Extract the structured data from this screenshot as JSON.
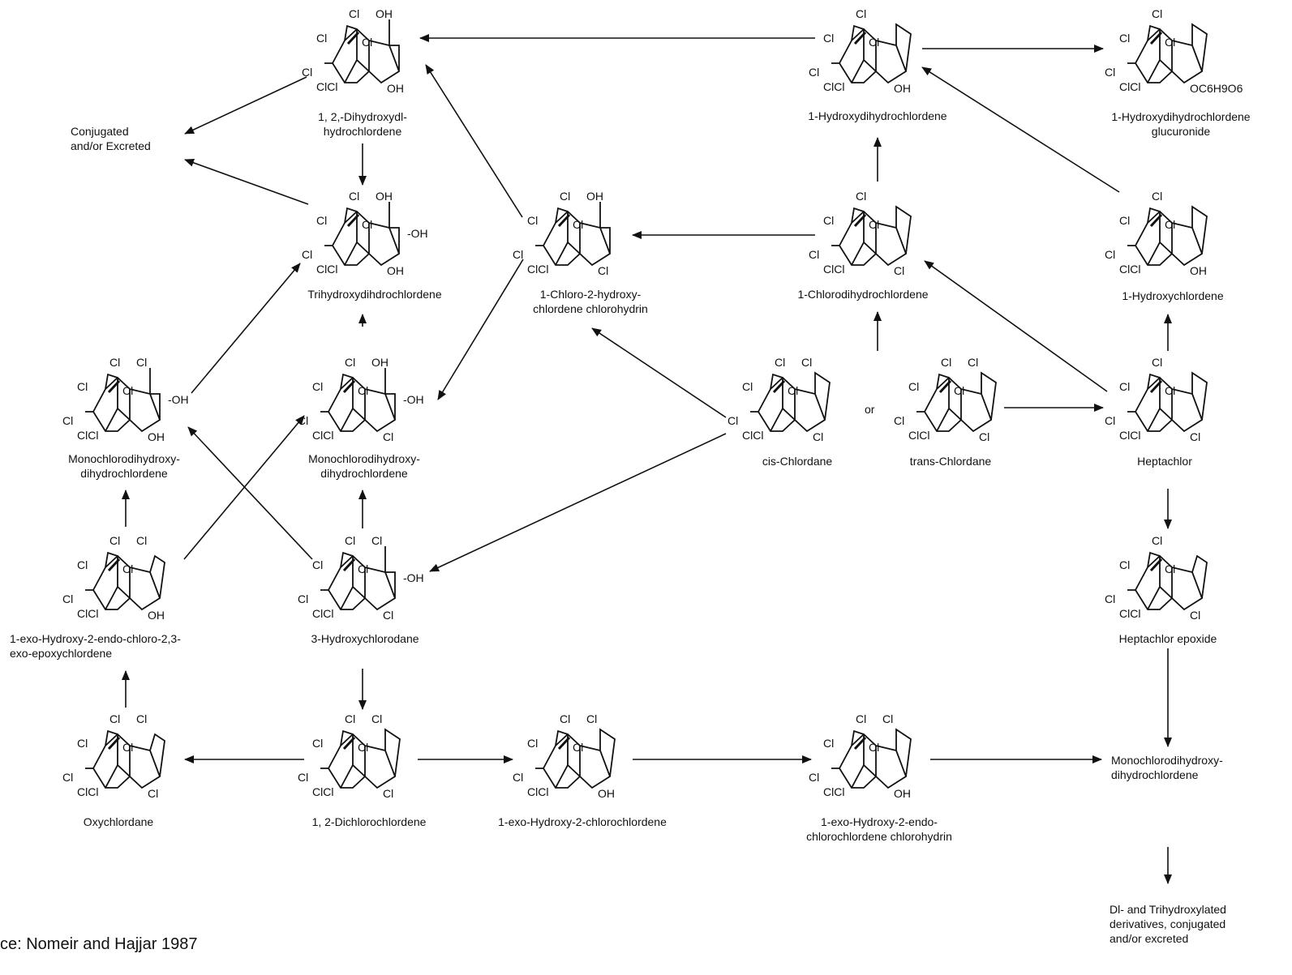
{
  "structures": [
    {
      "id": "dihydroxy",
      "name": [
        "1, 2,-Dihydroxydl-",
        "hydrochlordene"
      ],
      "atoms": {
        "tCl": "Cl",
        "lCl": "Cl",
        "mCl": "Cl",
        "cCl": "Cl",
        "bCl": "ClCl",
        "tr": "OH",
        "br": "OH"
      }
    },
    {
      "id": "trihydroxy",
      "name": [
        "Trihydroxydihdrochlordene"
      ],
      "atoms": {
        "tCl": "Cl",
        "lCl": "Cl",
        "mCl": "Cl",
        "cCl": "Cl",
        "bCl": "ClCl",
        "tr": "OH",
        "rr": "-OH",
        "br": "OH"
      }
    },
    {
      "id": "chlorohydroxy",
      "name": [
        "1-Chloro-2-hydroxy-",
        "chlordene chlorohydrin"
      ],
      "atoms": {
        "tCl": "Cl",
        "lCl": "Cl",
        "mCl": "Cl",
        "cCl": "Cl",
        "bCl": "ClCl",
        "tr": "OH",
        "br": "Cl"
      }
    },
    {
      "id": "hydroxydihydro",
      "name": [
        "1-Hydroxydihydrochlordene"
      ],
      "atoms": {
        "tCl": "Cl",
        "lCl": "Cl",
        "mCl": "Cl",
        "cCl": "Cl",
        "bCl": "ClCl",
        "br": "OH"
      }
    },
    {
      "id": "glucuronide",
      "name": [
        "1-Hydroxydihydrochlordene",
        "glucuronide"
      ],
      "atoms": {
        "tCl": "Cl",
        "lCl": "Cl",
        "mCl": "Cl",
        "cCl": "Cl",
        "bCl": "ClCl",
        "br": "OC6H9O6"
      }
    },
    {
      "id": "chlorodihydro",
      "name": [
        "1-Chlorodihydrochlordene"
      ],
      "atoms": {
        "tCl": "Cl",
        "lCl": "Cl",
        "mCl": "Cl",
        "cCl": "Cl",
        "bCl": "ClCl",
        "br": "Cl"
      }
    },
    {
      "id": "hydroxychlordene",
      "name": [
        "1-Hydroxychlordene"
      ],
      "atoms": {
        "tCl": "Cl",
        "lCl": "Cl",
        "mCl": "Cl",
        "cCl": "Cl",
        "bCl": "ClCl",
        "br": "OH"
      }
    },
    {
      "id": "mono1",
      "name": [
        "Monochlorodihydroxy-",
        "dihydrochlordene"
      ],
      "atoms": {
        "tCl": "Cl",
        "lCl": "Cl",
        "mCl": "Cl",
        "cCl": "Cl",
        "bCl": "ClCl",
        "tr": "Cl",
        "rr": "-OH",
        "br": "OH"
      }
    },
    {
      "id": "mono2",
      "name": [
        "Monochlorodihydroxy-",
        "dihydrochlordene"
      ],
      "atoms": {
        "tCl": "Cl",
        "lCl": "Cl",
        "mCl": "Cl",
        "cCl": "Cl",
        "bCl": "ClCl",
        "tr": "OH",
        "rr": "-OH",
        "br": "Cl"
      }
    },
    {
      "id": "cis",
      "name": [
        "cis-Chlordane"
      ],
      "atoms": {
        "tCl": "Cl",
        "lCl": "Cl",
        "mCl": "Cl",
        "cCl": "Cl",
        "bCl": "ClCl",
        "tr": "Cl",
        "br": "Cl"
      }
    },
    {
      "id": "trans",
      "name": [
        "trans-Chlordane"
      ],
      "atoms": {
        "tCl": "Cl",
        "lCl": "Cl",
        "mCl": "Cl",
        "cCl": "Cl",
        "bCl": "ClCl",
        "tr": "Cl",
        "br": "Cl"
      }
    },
    {
      "id": "heptachlor",
      "name": [
        "Heptachlor"
      ],
      "atoms": {
        "tCl": "Cl",
        "lCl": "Cl",
        "mCl": "Cl",
        "cCl": "Cl",
        "bCl": "ClCl",
        "br": "Cl"
      }
    },
    {
      "id": "epoxy1",
      "name": [
        "1-exo-Hydroxy-2-endo-chloro-2,3-",
        "exo-epoxychlordene"
      ],
      "atoms": {
        "tCl": "Cl",
        "lCl": "Cl",
        "mCl": "Cl",
        "cCl": "Cl",
        "bCl": "ClCl",
        "tr": "Cl",
        "br": "OH"
      }
    },
    {
      "id": "hydroxychlorodane",
      "name": [
        "3-Hydroxychlorodane"
      ],
      "atoms": {
        "tCl": "Cl",
        "lCl": "Cl",
        "mCl": "Cl",
        "cCl": "Cl",
        "bCl": "ClCl",
        "tr": "Cl",
        "rr": "-OH",
        "br": "Cl"
      }
    },
    {
      "id": "heptachlorepoxide",
      "name": [
        "Heptachlor epoxide"
      ],
      "atoms": {
        "tCl": "Cl",
        "lCl": "Cl",
        "mCl": "Cl",
        "cCl": "Cl",
        "bCl": "ClCl",
        "br": "Cl"
      }
    },
    {
      "id": "oxychlordane",
      "name": [
        "Oxychlordane"
      ],
      "atoms": {
        "tCl": "Cl",
        "lCl": "Cl",
        "mCl": "Cl",
        "cCl": "Cl",
        "bCl": "ClCl",
        "tr": "Cl",
        "br": "Cl"
      }
    },
    {
      "id": "dichloro",
      "name": [
        "1, 2-Dichlorochlordene"
      ],
      "atoms": {
        "tCl": "Cl",
        "lCl": "Cl",
        "mCl": "Cl",
        "cCl": "Cl",
        "bCl": "ClCl",
        "tr": "Cl",
        "br": "Cl"
      }
    },
    {
      "id": "exohydroxy",
      "name": [
        "1-exo-Hydroxy-2-chlorochlordene"
      ],
      "atoms": {
        "tCl": "Cl",
        "lCl": "Cl",
        "mCl": "Cl",
        "cCl": "Cl",
        "bCl": "ClCl",
        "tr": "Cl",
        "br": "OH"
      }
    },
    {
      "id": "exohydroxyendo",
      "name": [
        "1-exo-Hydroxy-2-endo-",
        "chlorochlordene chlorohydrin"
      ],
      "atoms": {
        "tCl": "Cl",
        "lCl": "Cl",
        "mCl": "Cl",
        "cCl": "Cl",
        "bCl": "ClCl",
        "tr": "Cl",
        "br": "OH"
      }
    }
  ],
  "notes": {
    "conjugated": [
      "Conjugated",
      "and/or Excreted"
    ],
    "mono_right": [
      "Monochlorodihydroxy-",
      "dihydrochlordene"
    ],
    "final": [
      "Dl- and Trihydroxylated",
      "derivatives, conjugated",
      "and/or excreted"
    ],
    "or_word": "or",
    "source": "ce:  Nomeir and Hajjar 1987"
  }
}
